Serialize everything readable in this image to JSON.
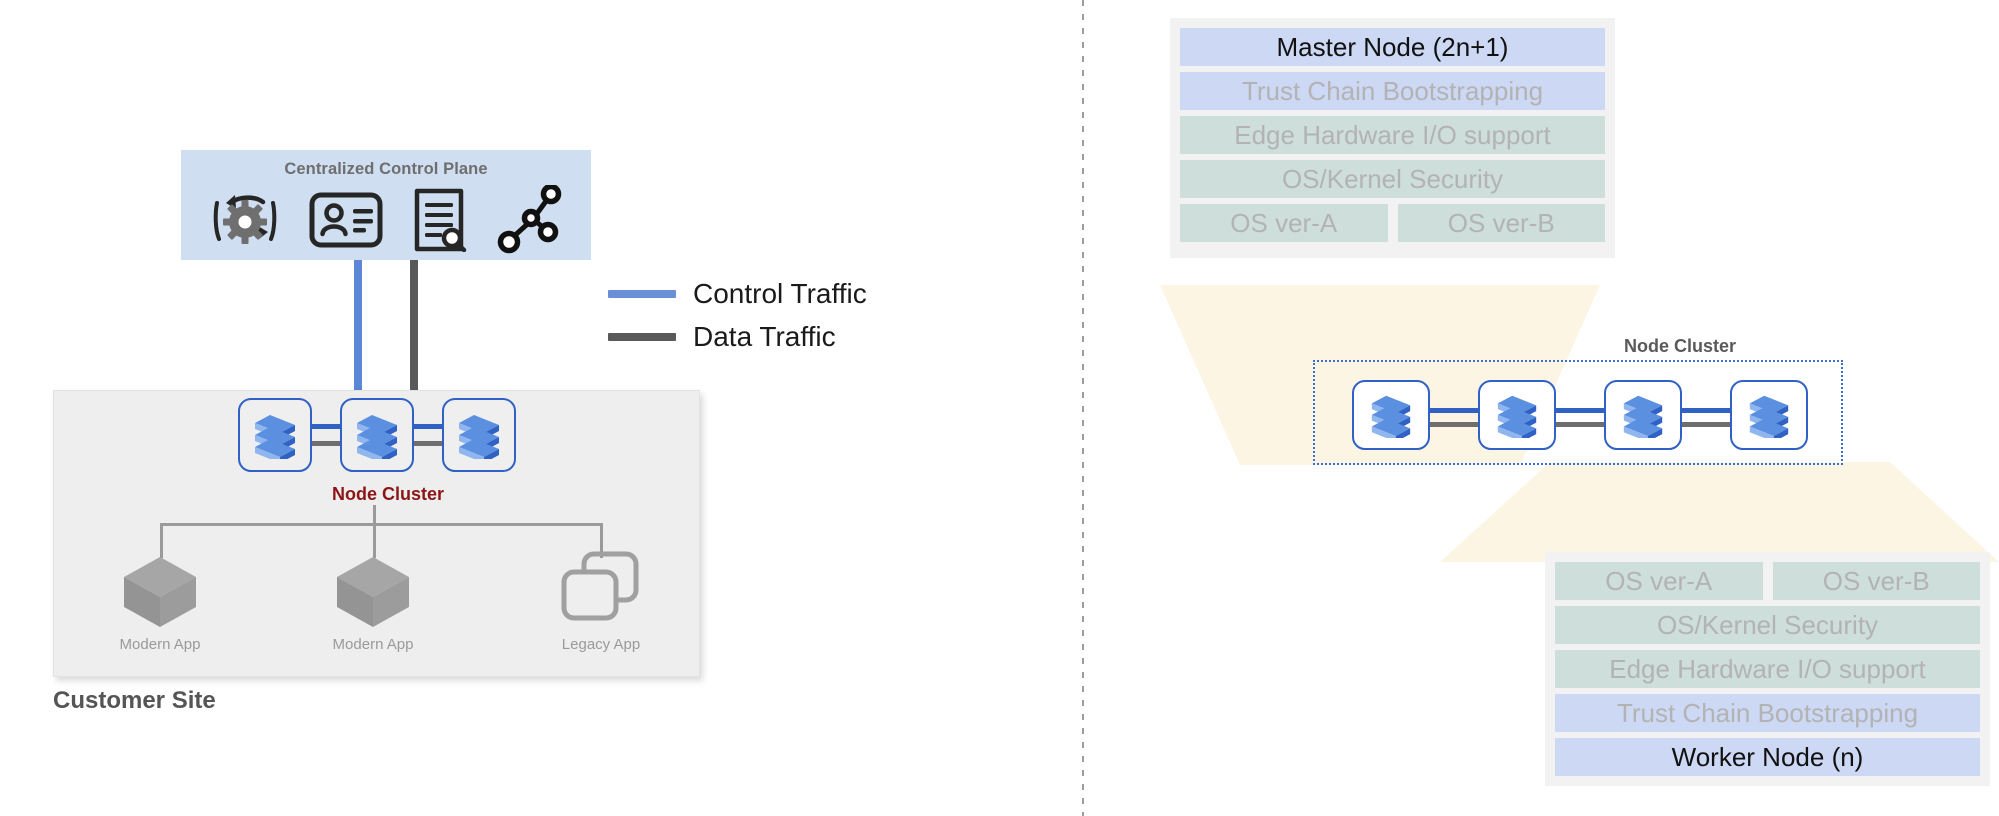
{
  "left": {
    "control_plane": {
      "title": "Centralized Control Plane",
      "icons": [
        "gear-refresh-icon",
        "id-card-icon",
        "document-search-icon",
        "network-graph-icon"
      ]
    },
    "legend": [
      {
        "label": "Control Traffic",
        "color": "#6b8fd6",
        "name": "control-traffic"
      },
      {
        "label": "Data Traffic",
        "color": "#595959",
        "name": "data-traffic"
      }
    ],
    "cluster_label": "Node Cluster",
    "site_caption": "Customer Site",
    "apps": [
      {
        "label": "Modern App",
        "icon": "cube-icon"
      },
      {
        "label": "Modern App",
        "icon": "cube-icon"
      },
      {
        "label": "Legacy App",
        "icon": "stacked-windows-icon"
      }
    ],
    "nodes": [
      "server-stack-icon",
      "server-stack-icon",
      "server-stack-icon"
    ]
  },
  "right": {
    "master_stack": {
      "layers": [
        {
          "text": "Master Node (2n+1)",
          "tone": "blue",
          "emphasis": "title"
        },
        {
          "text": "Trust Chain Bootstrapping",
          "tone": "blue",
          "emphasis": "muted"
        },
        {
          "text": "Edge Hardware I/O support",
          "tone": "teal",
          "emphasis": "muted"
        },
        {
          "text": "OS/Kernel Security",
          "tone": "teal",
          "emphasis": "muted"
        }
      ],
      "os_row": [
        {
          "text": "OS ver-A",
          "tone": "teal",
          "emphasis": "muted"
        },
        {
          "text": "OS ver-B",
          "tone": "teal",
          "emphasis": "muted"
        }
      ]
    },
    "cluster_label": "Node Cluster",
    "nodes": [
      "server-stack-icon",
      "server-stack-icon",
      "server-stack-icon",
      "server-stack-icon"
    ],
    "worker_stack": {
      "os_row": [
        {
          "text": "OS ver-A",
          "tone": "teal",
          "emphasis": "muted"
        },
        {
          "text": "OS ver-B",
          "tone": "teal",
          "emphasis": "muted"
        }
      ],
      "layers": [
        {
          "text": "OS/Kernel Security",
          "tone": "teal",
          "emphasis": "muted"
        },
        {
          "text": "Edge Hardware I/O support",
          "tone": "teal",
          "emphasis": "muted"
        },
        {
          "text": "Trust Chain Bootstrapping",
          "tone": "blue",
          "emphasis": "muted"
        },
        {
          "text": "Worker Node (n)",
          "tone": "blue",
          "emphasis": "title"
        }
      ]
    }
  },
  "colors": {
    "blue_layer": "#ccd8f4",
    "teal_layer": "#cddedb",
    "funnel": "#fdf5e3",
    "control_plane_bg": "#cfdef0",
    "site_bg": "#eeeeee",
    "cluster_red": "#8c1616",
    "node_border": "#2f62c4"
  }
}
